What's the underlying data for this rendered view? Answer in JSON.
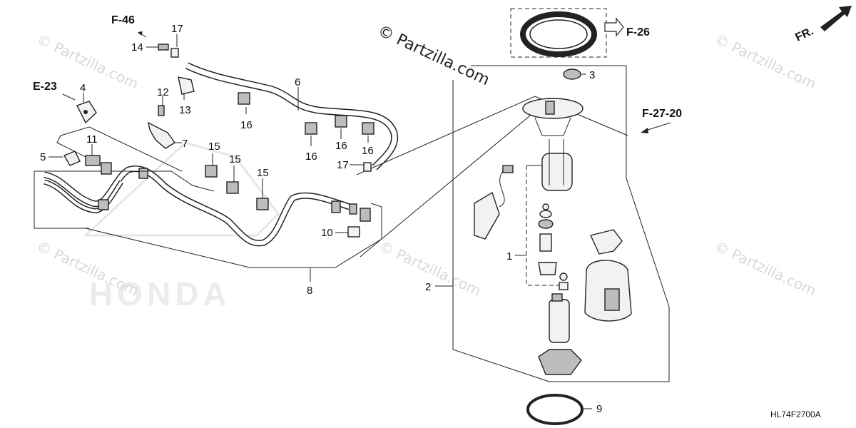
{
  "diagram": {
    "part_labels": {
      "p1": "1",
      "p2": "2",
      "p3": "3",
      "p4": "4",
      "p5": "5",
      "p6": "6",
      "p7": "7",
      "p8": "8",
      "p9": "9",
      "p10": "10",
      "p11": "11",
      "p12": "12",
      "p13": "13",
      "p14": "14",
      "p15a": "15",
      "p15b": "15",
      "p15c": "15",
      "p16a": "16",
      "p16b": "16",
      "p16c": "16",
      "p16d": "16",
      "p17a": "17",
      "p17b": "17"
    },
    "section_refs": {
      "f46": "F-46",
      "e23": "E-23",
      "f26": "F-26",
      "f2720": "F-27-20",
      "fr": "FR."
    },
    "drawing_code": "HL74F2700A",
    "watermark_text": "© Partzilla.com",
    "brand_watermark": "HONDA",
    "colors": {
      "line": "#222222",
      "watermark": "#d8d8d8",
      "part_fill": "#f2f2f2",
      "dark_fill": "#bdbdbd"
    }
  }
}
